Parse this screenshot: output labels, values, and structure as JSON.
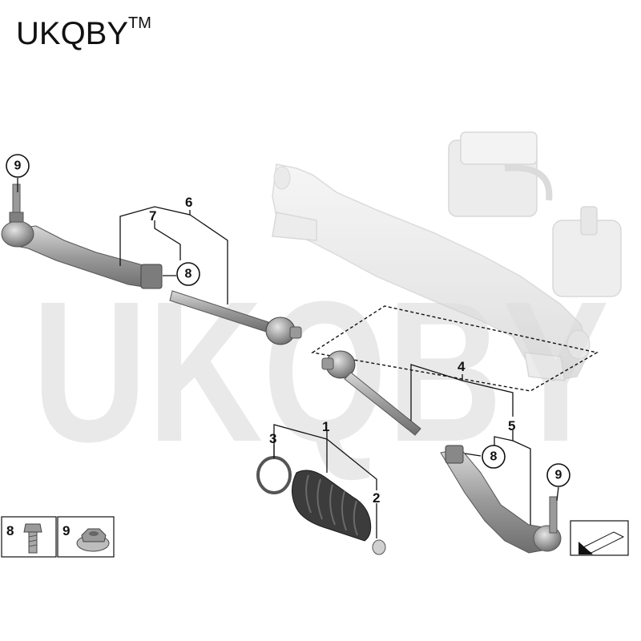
{
  "brand": {
    "name": "UKQBY",
    "trademark": "TM"
  },
  "watermark": {
    "text": "UKQBY"
  },
  "callouts": {
    "c1": "1",
    "c2": "2",
    "c3": "3",
    "c4": "4",
    "c5": "5",
    "c6": "6",
    "c7": "7",
    "c8a": "8",
    "c8b": "8",
    "c9a": "9",
    "c9b": "9"
  },
  "legend": {
    "bolt_label": "8",
    "nut_label": "9"
  },
  "colors": {
    "part_dark": "#8a8a8a",
    "part_mid": "#b8b8b8",
    "rack_light": "#e8e8e8",
    "boot": "#3a3a3a"
  }
}
